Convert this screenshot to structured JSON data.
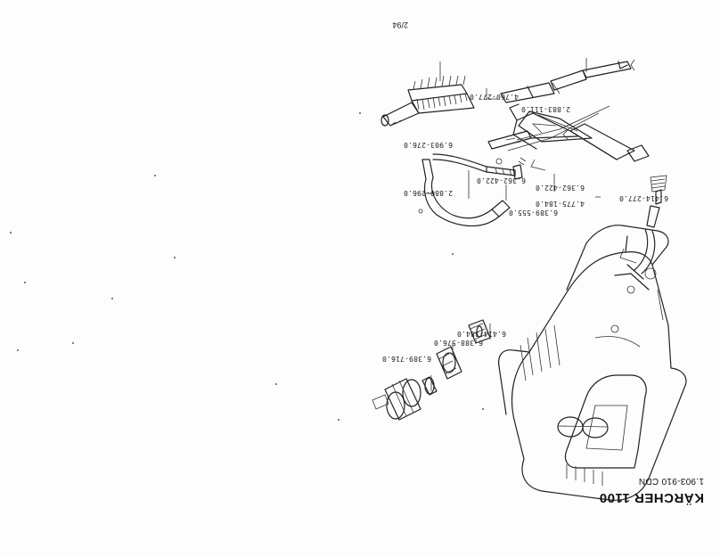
{
  "page": {
    "page_number": "2/94",
    "model_title": "KÄRCHER 1100",
    "document_code": "1.903-910 CDN"
  },
  "parts": {
    "brush": "6.903-276.0",
    "wand_upper": "4.760-277.0",
    "wand_connector": "2.883-111.0",
    "hose": "6.389-555.0",
    "hose_fitting": "6.362-422.0",
    "o_ring": "2.880-296.0",
    "trigger_gun": "4.775-184.0",
    "gun_nipple": "6.362-422.0",
    "inlet_nipple": "6.414-277.0",
    "coupling_adapter": "6.414-384.0",
    "coupling_nut": "6.388-576.0",
    "quick_coupling": "6.389-716.0"
  },
  "colors": {
    "ink": "#222222",
    "paper": "#fdfdfd"
  }
}
